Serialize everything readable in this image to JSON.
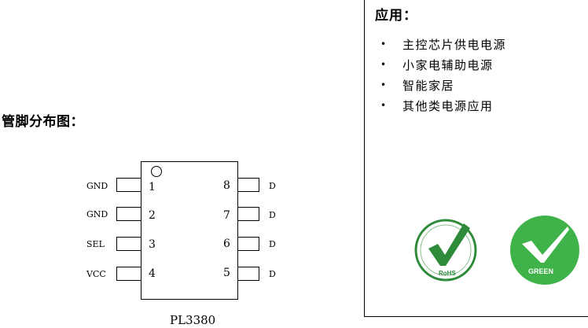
{
  "pinout": {
    "title": "管脚分布图：",
    "chip_name": "PL3380",
    "left_pins": [
      {
        "num": "1",
        "label": "GND"
      },
      {
        "num": "2",
        "label": "GND"
      },
      {
        "num": "3",
        "label": "SEL"
      },
      {
        "num": "4",
        "label": "VCC"
      }
    ],
    "right_pins": [
      {
        "num": "8",
        "label": "D"
      },
      {
        "num": "7",
        "label": "D"
      },
      {
        "num": "6",
        "label": "D"
      },
      {
        "num": "5",
        "label": "D"
      }
    ]
  },
  "applications": {
    "title": "应用：",
    "items": [
      "主控芯片供电电源",
      "小家电辅助电源",
      "智能家居",
      "其他类电源应用"
    ]
  },
  "badges": {
    "rohs_text": "RoHS",
    "green_text": "GREEN",
    "rohs_color": "#2e8b3a",
    "green_color": "#3fb34a"
  }
}
